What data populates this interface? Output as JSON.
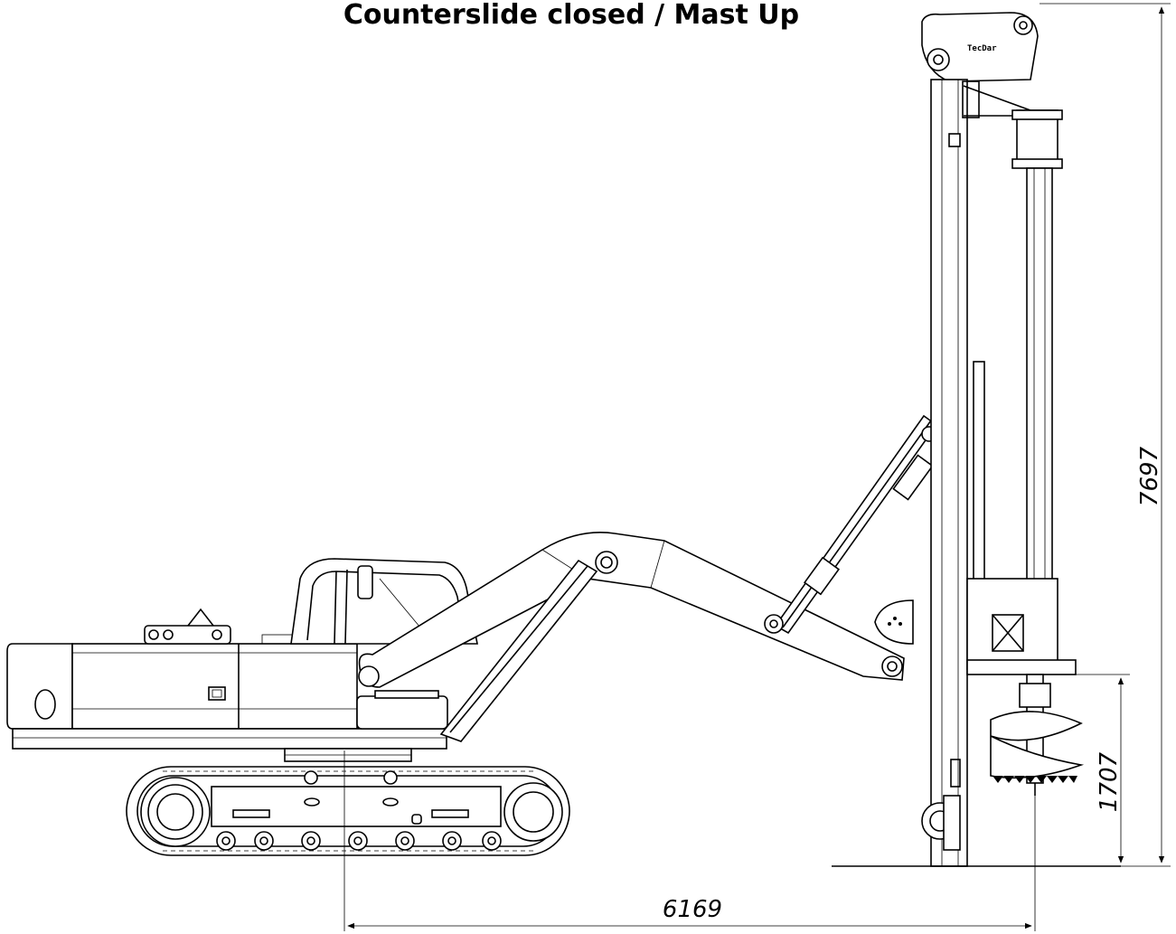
{
  "title": "Counterslide closed / Mast Up",
  "logo_text": "TecDar",
  "dimensions": {
    "total_height": "7697",
    "auger_height": "1707",
    "reach": "6169"
  },
  "colors": {
    "line": "#000000",
    "background": "#ffffff"
  }
}
